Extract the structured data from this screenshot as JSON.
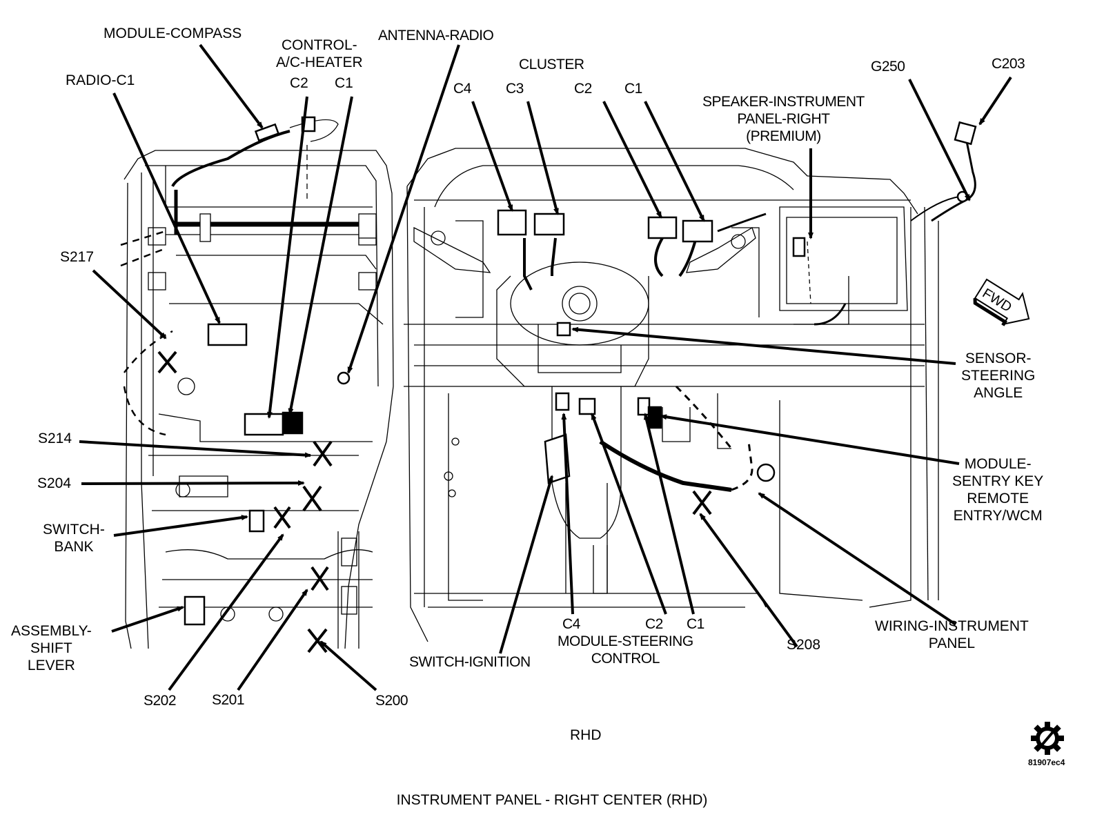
{
  "diagram": {
    "title": "INSTRUMENT PANEL - RIGHT CENTER (RHD)",
    "view_label": "RHD",
    "figure_code": "81907ec4",
    "direction_indicator": "FWD",
    "colors": {
      "line": "#000000",
      "background": "#ffffff"
    },
    "labels": {
      "module_compass": "MODULE-COMPASS",
      "control_ac_heater": "CONTROL-\nA/C-HEATER",
      "ac_c2": "C2",
      "ac_c1": "C1",
      "antenna_radio": "ANTENNA-RADIO",
      "radio_c1": "RADIO-C1",
      "cluster": "CLUSTER",
      "cluster_c4": "C4",
      "cluster_c3": "C3",
      "cluster_c2": "C2",
      "cluster_c1": "C1",
      "speaker": "SPEAKER-INSTRUMENT\nPANEL-RIGHT\n(PREMIUM)",
      "g250": "G250",
      "c203": "C203",
      "s217": "S217",
      "s214": "S214",
      "s204": "S204",
      "switch_bank": "SWITCH-\nBANK",
      "shift_lever": "ASSEMBLY-\nSHIFT\nLEVER",
      "s202": "S202",
      "s201": "S201",
      "s200": "S200",
      "switch_ignition": "SWITCH-IGNITION",
      "steer_c4": "C4",
      "steer_c2": "C2",
      "steer_c1": "C1",
      "module_steering_control": "MODULE-STEERING\nCONTROL",
      "s208": "S208",
      "wiring_ip": "WIRING-INSTRUMENT\nPANEL",
      "sensor_steering_angle": "SENSOR-\nSTEERING\nANGLE",
      "module_sentry_key": "MODULE-\nSENTRY KEY\nREMOTE\nENTRY/WCM"
    }
  }
}
